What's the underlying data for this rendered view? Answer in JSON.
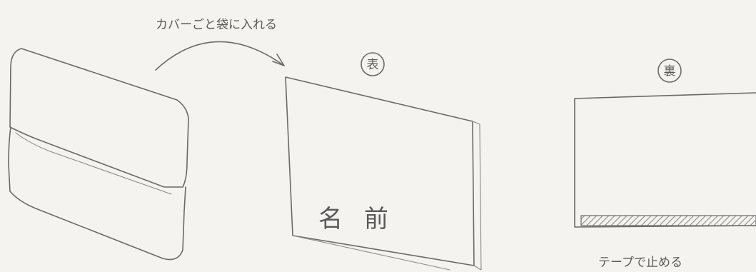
{
  "instruction": "カバーごと袋に入れる",
  "front": {
    "marker": "表",
    "name_label": "名前"
  },
  "back": {
    "marker": "裏",
    "tape_note": "テープで止める"
  },
  "colors": {
    "paper": "#f4f3ef",
    "pencil": "#6a6a6a",
    "hatch": "#8c8c8c"
  }
}
